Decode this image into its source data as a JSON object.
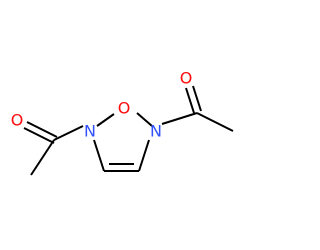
{
  "colors": {
    "background": "#ffffff",
    "bond": "#000000",
    "O": "#ff0d0d",
    "N": "#3050f8"
  },
  "molecule": {
    "atoms": {
      "o_ring": "O",
      "n_right": "N",
      "n_left": "N",
      "o_carbonyl_left": "O",
      "o_carbonyl_right": "O"
    }
  }
}
